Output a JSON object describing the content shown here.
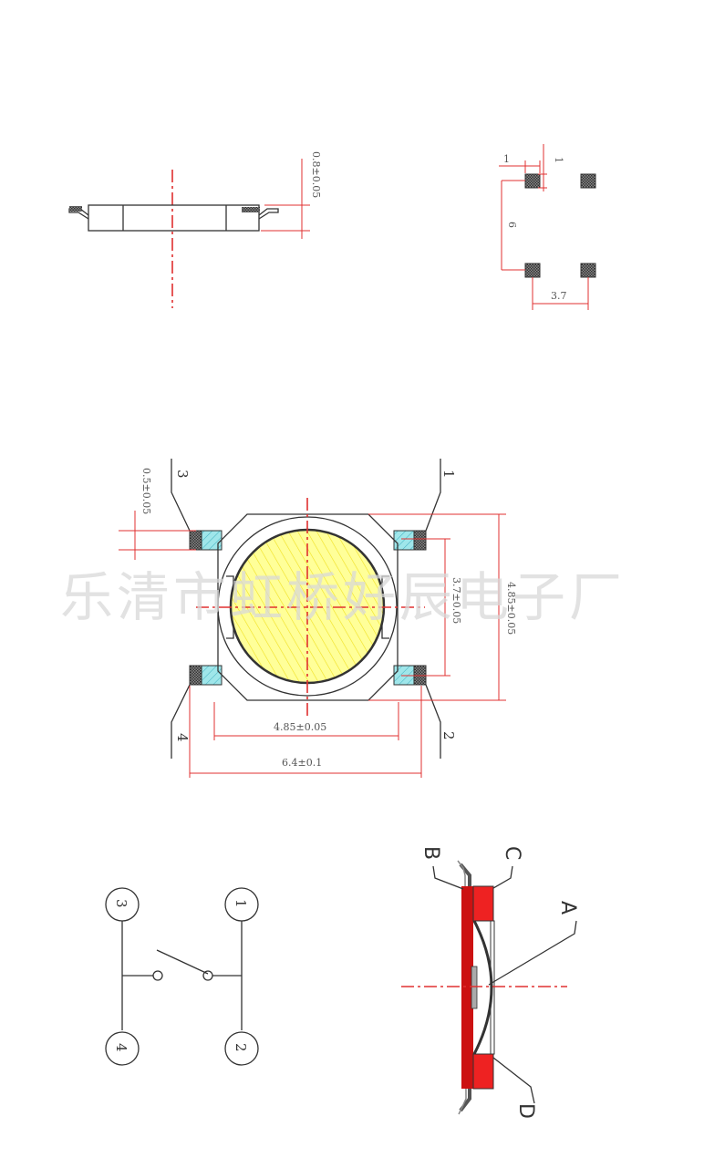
{
  "watermark": "乐清市虹桥好辰电子厂",
  "side_view": {
    "thickness_dim": "0.8±0.05"
  },
  "pad_layout": {
    "pad_width_dim": "1",
    "pad_height_dim": "1",
    "vertical_pitch_dim": "6",
    "horizontal_pitch_dim": "3.7"
  },
  "top_view": {
    "pin_labels": [
      "1",
      "2",
      "3",
      "4"
    ],
    "lead_thickness_dim": "0.5±0.05",
    "inner_height_dim": "3.7±0.05",
    "outer_height_dim": "4.85±0.05",
    "body_width_dim": "4.85±0.05",
    "total_width_dim": "6.4±0.1"
  },
  "schematic": {
    "terminals": [
      "3",
      "1",
      "4",
      "2"
    ]
  },
  "section_view": {
    "part_labels": [
      "B",
      "C",
      "A",
      "D"
    ]
  },
  "colors": {
    "line": "#333333",
    "dimension": "#e03030",
    "pad": "#9fe6ea",
    "dome": "#ffff99",
    "pin_fill": "#555555"
  }
}
